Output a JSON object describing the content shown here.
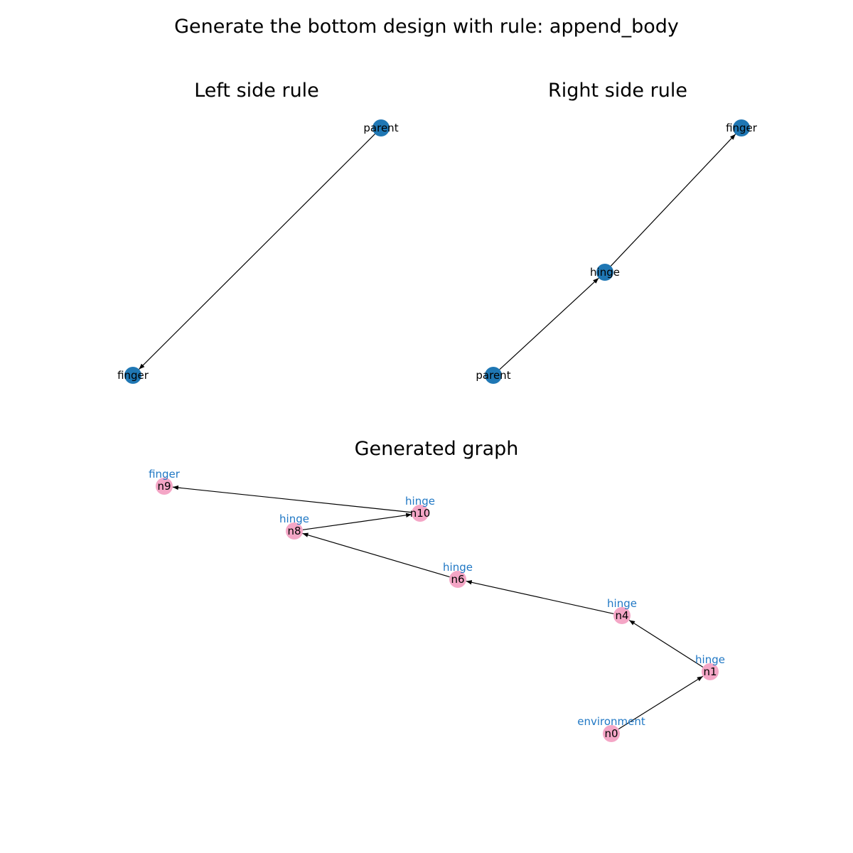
{
  "figure": {
    "title": "Generate the bottom design with rule: append_body"
  },
  "colors": {
    "rule_node": "#1f77b4",
    "graph_node": "#f4a6c6",
    "type_label": "#1f77c4",
    "edge": "#000000"
  },
  "left_rule": {
    "title": "Left side rule",
    "nodes": [
      {
        "id": "parent",
        "label": "parent"
      },
      {
        "id": "finger",
        "label": "finger"
      }
    ],
    "edges": [
      {
        "from": "parent",
        "to": "finger"
      }
    ]
  },
  "right_rule": {
    "title": "Right side rule",
    "nodes": [
      {
        "id": "finger",
        "label": "finger"
      },
      {
        "id": "hinge",
        "label": "hinge"
      },
      {
        "id": "parent",
        "label": "parent"
      }
    ],
    "edges": [
      {
        "from": "parent",
        "to": "hinge"
      },
      {
        "from": "hinge",
        "to": "finger"
      }
    ]
  },
  "generated_graph": {
    "title": "Generated graph",
    "nodes": [
      {
        "id": "n9",
        "label": "n9",
        "type": "finger"
      },
      {
        "id": "n10",
        "label": "n10",
        "type": "hinge"
      },
      {
        "id": "n8",
        "label": "n8",
        "type": "hinge"
      },
      {
        "id": "n6",
        "label": "n6",
        "type": "hinge"
      },
      {
        "id": "n4",
        "label": "n4",
        "type": "hinge"
      },
      {
        "id": "n1",
        "label": "n1",
        "type": "hinge"
      },
      {
        "id": "n0",
        "label": "n0",
        "type": "environment"
      }
    ],
    "edges": [
      {
        "from": "n0",
        "to": "n1"
      },
      {
        "from": "n1",
        "to": "n4"
      },
      {
        "from": "n4",
        "to": "n6"
      },
      {
        "from": "n6",
        "to": "n8"
      },
      {
        "from": "n8",
        "to": "n10"
      },
      {
        "from": "n10",
        "to": "n9"
      }
    ]
  }
}
